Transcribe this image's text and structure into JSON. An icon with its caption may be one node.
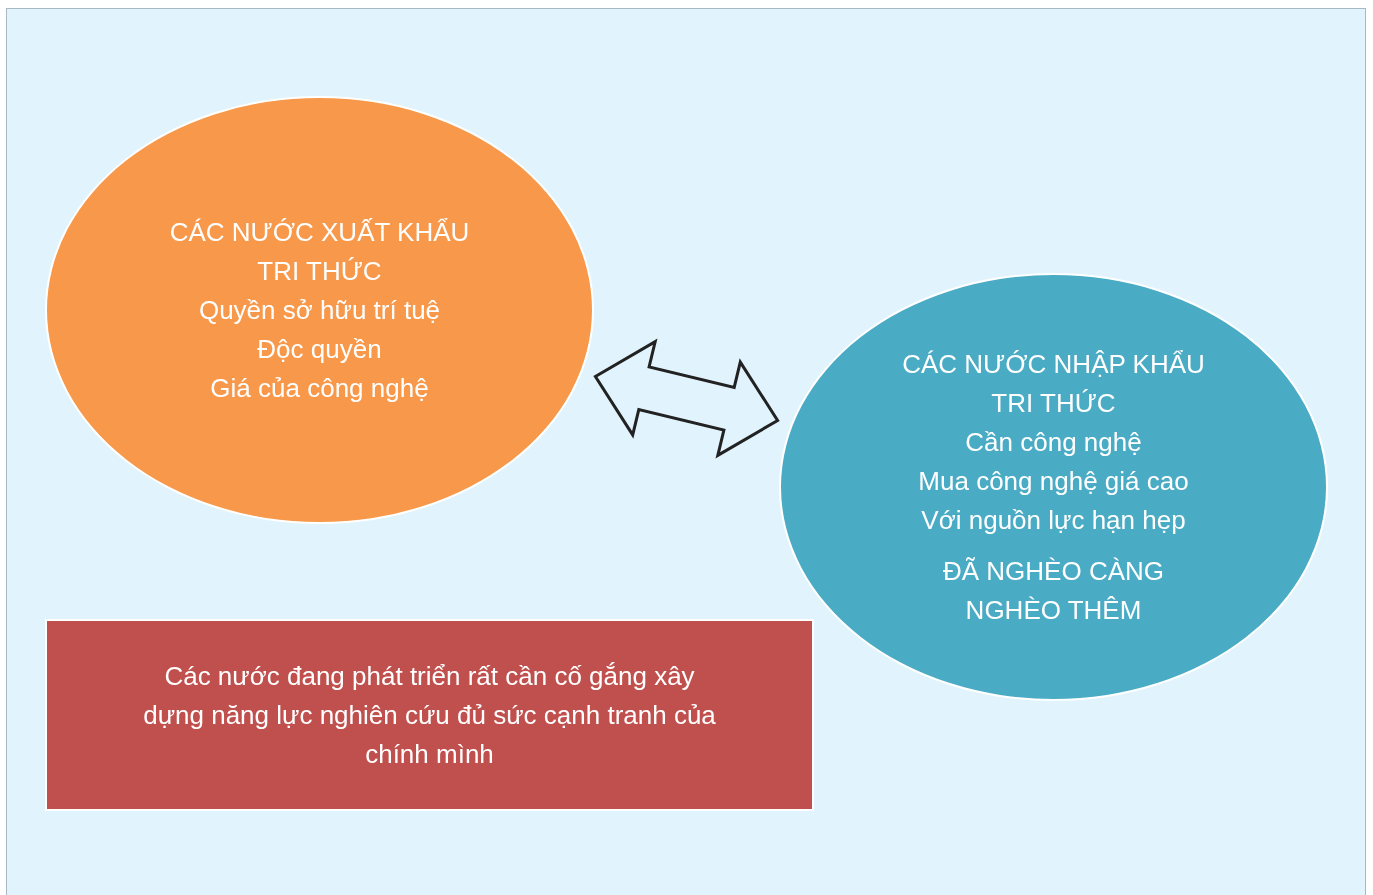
{
  "diagram": {
    "nodes": [
      {
        "text": [
          "CÁC NƯỚC XUẤT KHẨU TRI THỨC",
          "Quyền sở hữu trí tuệ",
          "Độc quyền",
          "Giá của công nghệ"
        ]
      },
      {
        "text": [
          "CÁC NƯỚC NHẬP KHẨU TRI THỨC",
          "Cần công nghệ",
          "Mua công nghệ giá cao",
          "Với nguồn lực hạn hẹp",
          "ĐÃ NGHÈO CÀNG NGHÈO THÊM"
        ]
      },
      {
        "text": [
          "Các nước đang phát triển rất cần cố gắng xây dựng năng lực nghiên cứu đủ sức cạnh tranh của chính mình"
        ]
      }
    ],
    "edges": [
      {
        "from": 0,
        "to": 1,
        "arrow": "both"
      }
    ]
  }
}
